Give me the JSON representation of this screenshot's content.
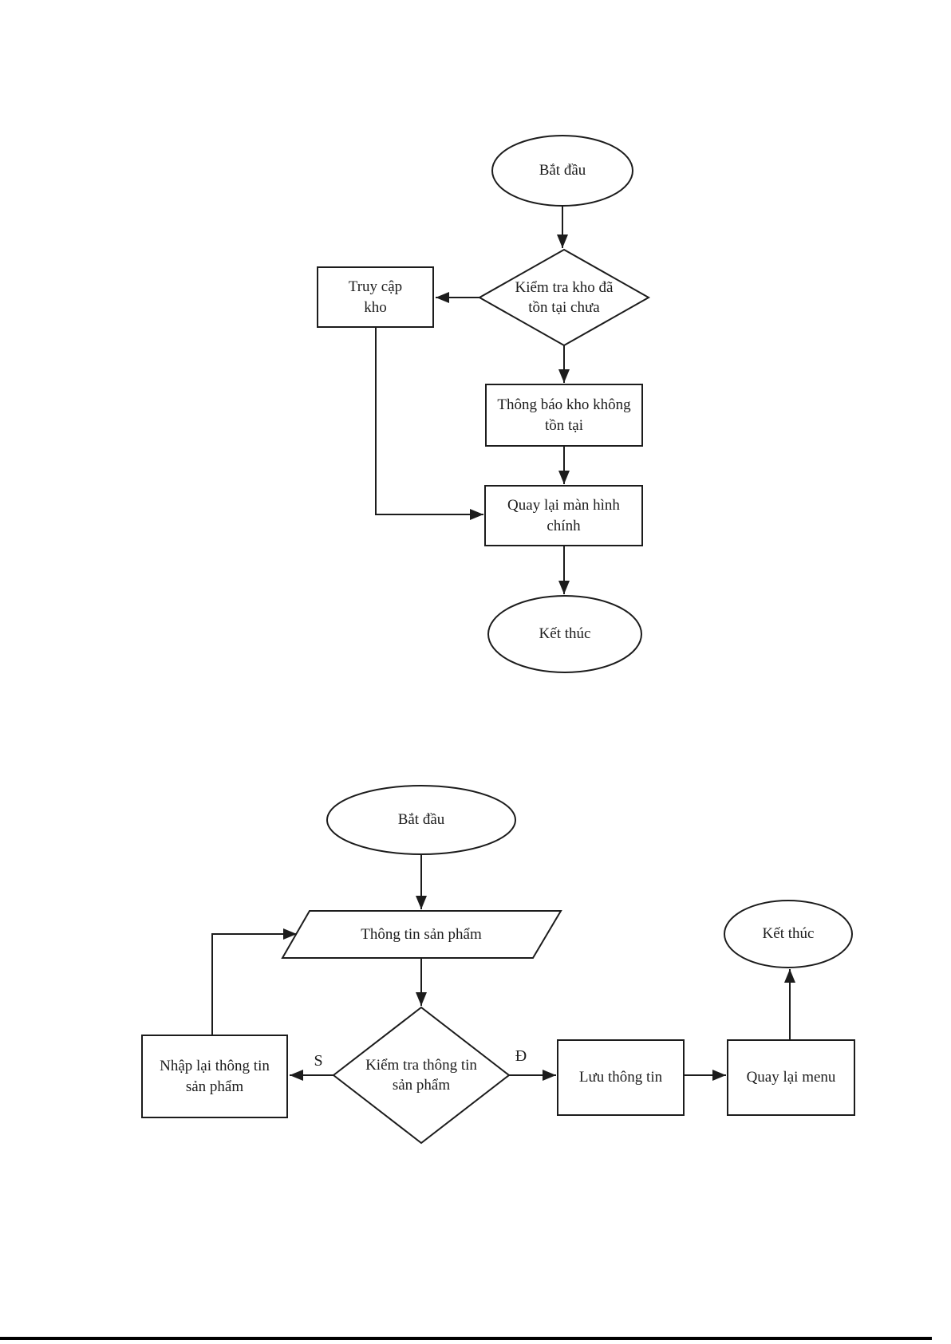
{
  "colors": {
    "stroke": "#1c1c1c",
    "text": "#1c1c1c",
    "background": "#ffffff",
    "footer_rule": "#000000"
  },
  "flowchart1": {
    "nodes": {
      "start": {
        "type": "terminator",
        "label": "Bắt đầu"
      },
      "check": {
        "type": "decision",
        "label": "Kiểm tra kho đã\ntồn tại chưa"
      },
      "access": {
        "type": "process",
        "label": "Truy cập\nkho"
      },
      "notify": {
        "type": "process",
        "label": "Thông báo kho không\ntồn tại"
      },
      "back": {
        "type": "process",
        "label": "Quay lại màn hình\nchính"
      },
      "end": {
        "type": "terminator",
        "label": "Kết thúc"
      }
    }
  },
  "flowchart2": {
    "nodes": {
      "start": {
        "type": "terminator",
        "label": "Bắt đầu"
      },
      "input": {
        "type": "input-output",
        "label": "Thông tin sản phẩm"
      },
      "check": {
        "type": "decision",
        "label": "Kiểm tra thông tin\nsản phẩm"
      },
      "reenter": {
        "type": "process",
        "label": "Nhập lại thông tin\nsản phẩm"
      },
      "save": {
        "type": "process",
        "label": "Lưu thông tin"
      },
      "menu": {
        "type": "process",
        "label": "Quay lại menu"
      },
      "end": {
        "type": "terminator",
        "label": "Kết thúc"
      }
    },
    "edge_labels": {
      "no": "S",
      "yes": "Đ"
    }
  }
}
